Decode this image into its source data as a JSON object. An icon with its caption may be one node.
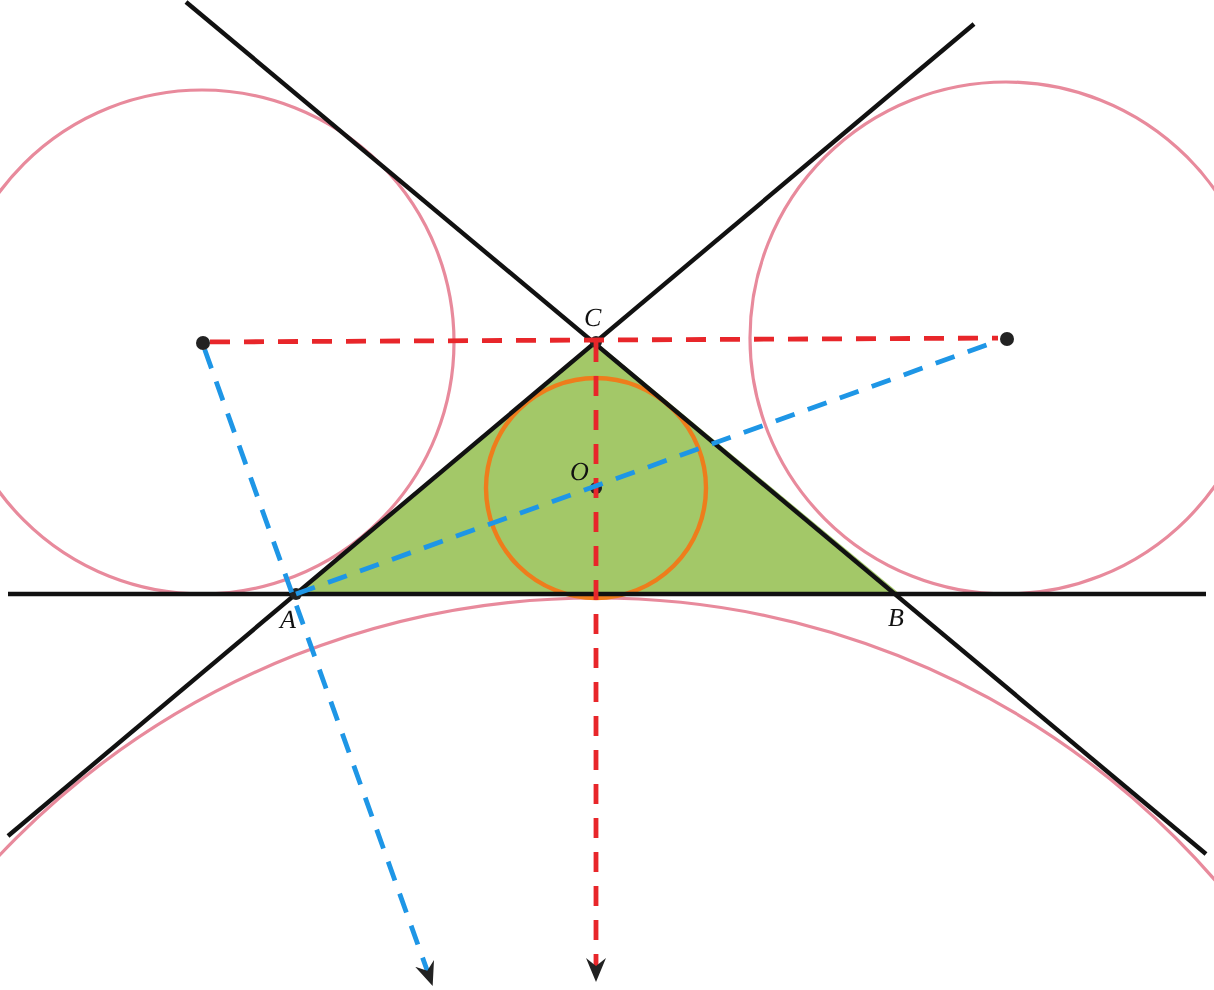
{
  "diagram": {
    "nodes": [
      {
        "text": [
          "C"
        ]
      },
      {
        "text": [
          "O"
        ]
      },
      {
        "text": [
          "A"
        ]
      },
      {
        "text": [
          "B"
        ]
      },
      {
        "text": [],
        "shape": "circle"
      },
      {
        "text": [],
        "shape": "circle"
      }
    ],
    "edges": [
      {
        "from": 4,
        "to": 5,
        "arrow": "none",
        "style": "dashed",
        "color": "#e8262a"
      },
      {
        "from": 0,
        "to": null,
        "arrow": "to",
        "style": "dashed",
        "color": "#e8262a"
      },
      {
        "from": 4,
        "to": null,
        "arrow": "to",
        "style": "dashed",
        "color": "#1e96e6"
      },
      {
        "from": 2,
        "to": 5,
        "arrow": "none",
        "style": "dashed",
        "color": "#1e96e6"
      }
    ]
  }
}
